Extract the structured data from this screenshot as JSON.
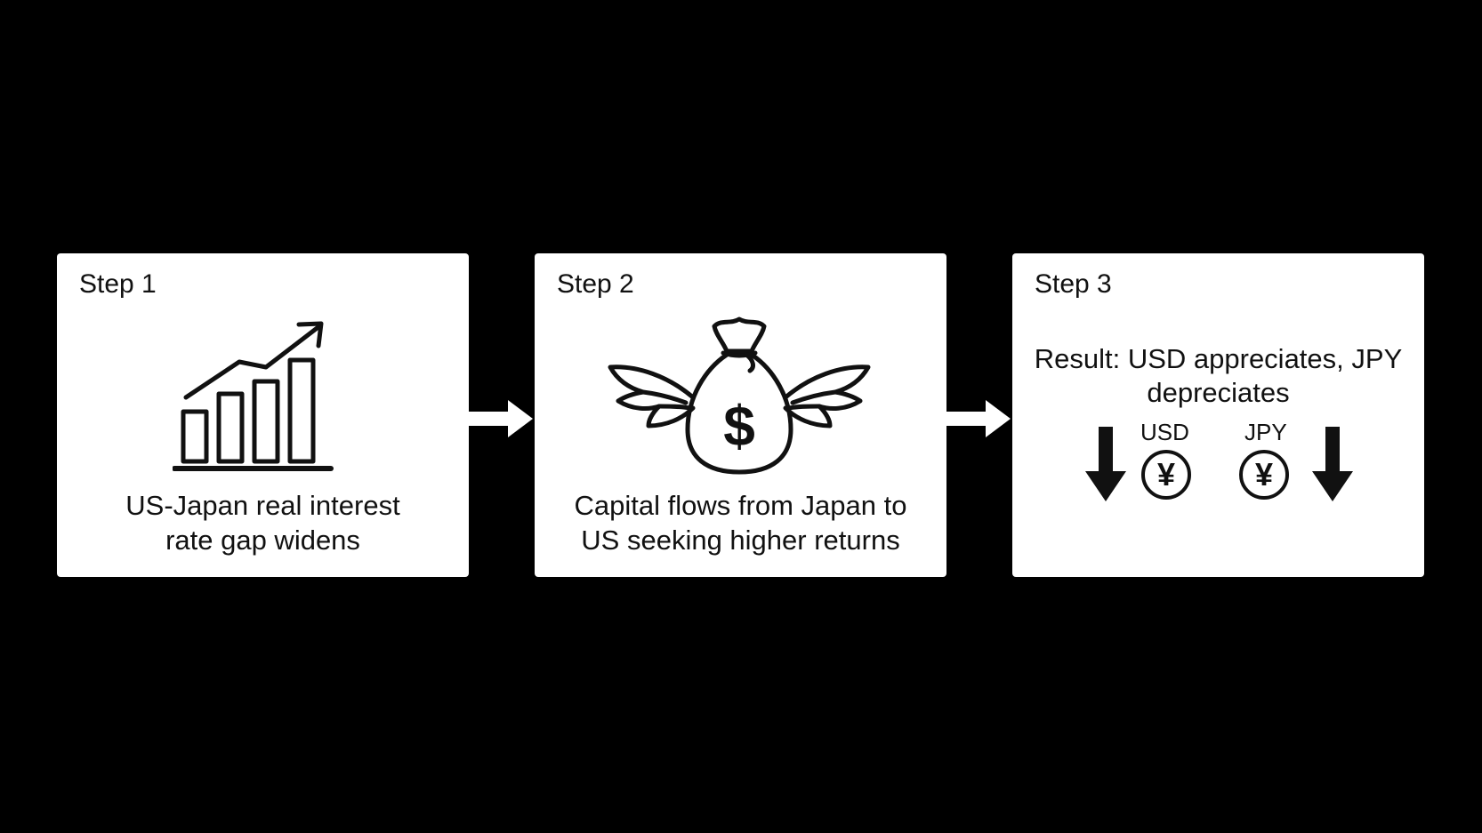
{
  "steps": [
    {
      "label": "Step 1",
      "caption_line1": "US-Japan real interest",
      "caption_line2": "rate gap widens",
      "icon": "rising-bar-chart-icon"
    },
    {
      "label": "Step 2",
      "caption_line1": "Capital flows from Japan to",
      "caption_line2": "US seeking higher returns",
      "icon": "winged-money-bag-icon",
      "bag_symbol": "$"
    },
    {
      "label": "Step 3",
      "result_line1": "Result: USD appreciates, JPY",
      "result_line2": "depreciates",
      "usd_label": "USD",
      "jpy_label": "JPY",
      "usd_coin_symbol": "¥",
      "jpy_coin_symbol": "¥"
    }
  ],
  "colors": {
    "background": "#000000",
    "panel": "#ffffff",
    "ink": "#111111"
  }
}
